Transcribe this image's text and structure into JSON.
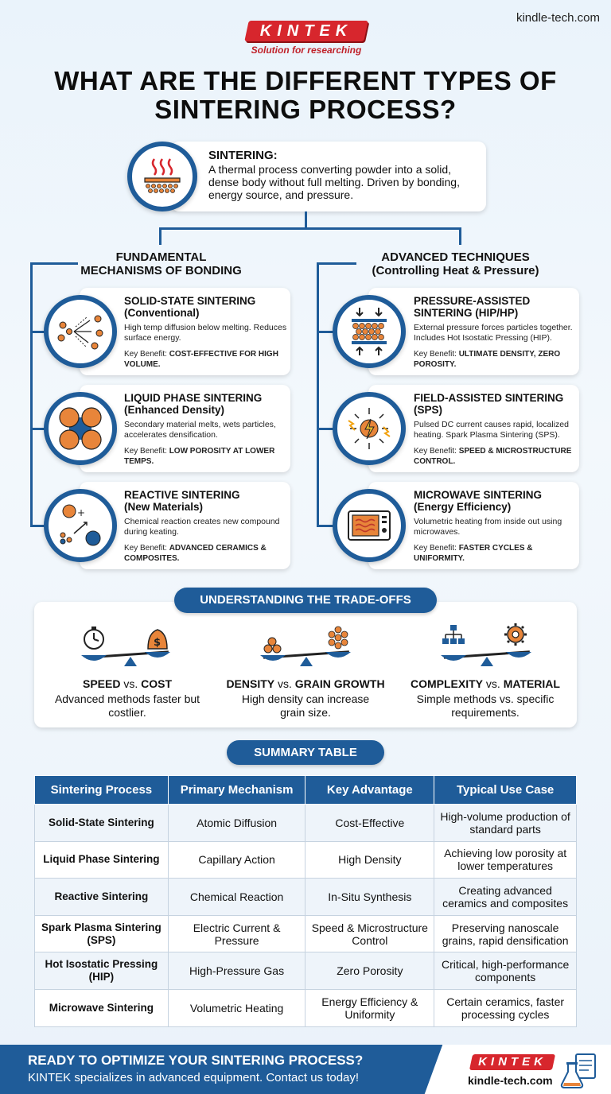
{
  "header": {
    "site_url": "kindle-tech.com",
    "logo_text": "KINTEK",
    "logo_tagline": "Solution for researching",
    "title": "WHAT ARE THE DIFFERENT TYPES OF SINTERING PROCESS?"
  },
  "hero": {
    "title": "SINTERING:",
    "description": "A thermal process converting powder into a solid, dense body without full melting. Driven by bonding, energy source, and pressure.",
    "icon": "heated-powder-icon"
  },
  "left_column": {
    "heading_line1": "FUNDAMENTAL",
    "heading_line2": "MECHANISMS OF BONDING",
    "cards": [
      {
        "title": "SOLID-STATE SINTERING",
        "subtitle": "(Conventional)",
        "description": "High temp diffusion below melting. Reduces surface energy.",
        "benefit_label": "Key Benefit: ",
        "benefit": "COST-EFFECTIVE FOR HIGH VOLUME.",
        "icon": "particle-diffusion-icon"
      },
      {
        "title": "LIQUID PHASE SINTERING",
        "subtitle": "(Enhanced Density)",
        "description": "Secondary material melts, wets particles, accelerates densification.",
        "benefit_label": "Key Benefit: ",
        "benefit": "LOW POROSITY AT LOWER TEMPS.",
        "icon": "liquid-bridge-icon"
      },
      {
        "title": "REACTIVE SINTERING",
        "subtitle": "(New Materials)",
        "description": "Chemical reaction creates new compound during keating.",
        "benefit_label": "Key Benefit: ",
        "benefit": "ADVANCED CERAMICS & COMPOSITES.",
        "icon": "chemical-reaction-icon"
      }
    ]
  },
  "right_column": {
    "heading_line1": "ADVANCED TECHNIQUES",
    "heading_line2": "(Controlling Heat & Pressure)",
    "cards": [
      {
        "title": "PRESSURE-ASSISTED",
        "subtitle": "SINTERING (HIP/HP)",
        "description": "External pressure forces particles together. Includes Hot Isostatic Pressing (HIP).",
        "benefit_label": "Key Benefit: ",
        "benefit": "ULTIMATE DENSITY, ZERO POROSITY.",
        "icon": "pressure-press-icon"
      },
      {
        "title": "FIELD-ASSISTED SINTERING",
        "subtitle": "(SPS)",
        "description": "Pulsed DC current causes rapid, localized heating. Spark Plasma Sintering (SPS).",
        "benefit_label": "Key Benefit: ",
        "benefit": "SPEED & MICROSTRUCTURE CONTROL.",
        "icon": "lightning-spark-icon"
      },
      {
        "title": "MICROWAVE SINTERING",
        "subtitle": "(Energy Efficiency)",
        "description": "Volumetric heating from inside out using microwaves.",
        "benefit_label": "Key Benefit: ",
        "benefit": "FASTER CYCLES & UNIFORMITY.",
        "icon": "microwave-oven-icon"
      }
    ]
  },
  "tradeoffs": {
    "pill": "UNDERSTANDING THE TRADE-OFFS",
    "items": [
      {
        "left": "SPEED",
        "vs": " vs. ",
        "right": "COST",
        "description": "Advanced methods faster but costlier.",
        "icon": "stopwatch-money-scale-icon"
      },
      {
        "left": "DENSITY",
        "vs": " vs. ",
        "right": "GRAIN GROWTH",
        "description": "High density can increase grain size.",
        "icon": "grain-scale-icon"
      },
      {
        "left": "COMPLEXITY",
        "vs": " vs. ",
        "right": "MATERIAL",
        "description": "Simple methods vs. specific requirements.",
        "icon": "hierarchy-gear-scale-icon"
      }
    ]
  },
  "summary": {
    "pill": "SUMMARY TABLE",
    "headers": [
      "Sintering Process",
      "Primary Mechanism",
      "Key Advantage",
      "Typical Use Case"
    ],
    "rows": [
      [
        "Solid-State Sintering",
        "Atomic Diffusion",
        "Cost-Effective",
        "High-volume production of standard parts"
      ],
      [
        "Liquid Phase Sintering",
        "Capillary Action",
        "High Density",
        "Achieving low porosity at lower temperatures"
      ],
      [
        "Reactive Sintering",
        "Chemical Reaction",
        "In-Situ Synthesis",
        "Creating advanced ceramics and composites"
      ],
      [
        "Spark Plasma Sintering (SPS)",
        "Electric Current & Pressure",
        "Speed & Microstructure Control",
        "Preserving nanoscale grains, rapid densification"
      ],
      [
        "Hot Isostatic Pressing (HIP)",
        "High-Pressure Gas",
        "Zero Porosity",
        "Critical, high-performance components"
      ],
      [
        "Microwave Sintering",
        "Volumetric Heating",
        "Energy Efficiency & Uniformity",
        "Certain ceramics, faster processing cycles"
      ]
    ]
  },
  "footer": {
    "cta": "READY TO OPTIMIZE YOUR SINTERING PROCESS?",
    "sub": "KINTEK specializes in advanced equipment. Contact us today!",
    "logo_text": "KINTEK",
    "url": "kindle-tech.com"
  },
  "colors": {
    "primary_blue": "#1f5c99",
    "brand_red": "#d7262d",
    "accent_orange": "#e8853a"
  }
}
